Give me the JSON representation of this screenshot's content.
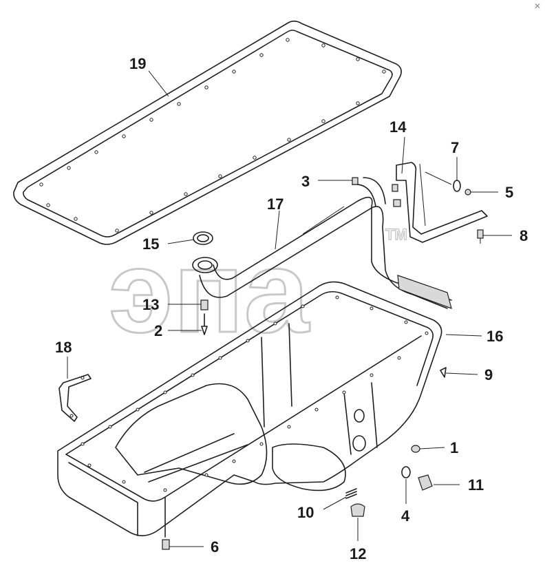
{
  "watermark": {
    "text": "эпа",
    "mark": "TM"
  },
  "labels": [
    "1",
    "2",
    "3",
    "4",
    "5",
    "6",
    "7",
    "8",
    "9",
    "10",
    "11",
    "12",
    "13",
    "14",
    "15",
    "16",
    "17",
    "18",
    "19"
  ],
  "close_icon": "close-icon"
}
